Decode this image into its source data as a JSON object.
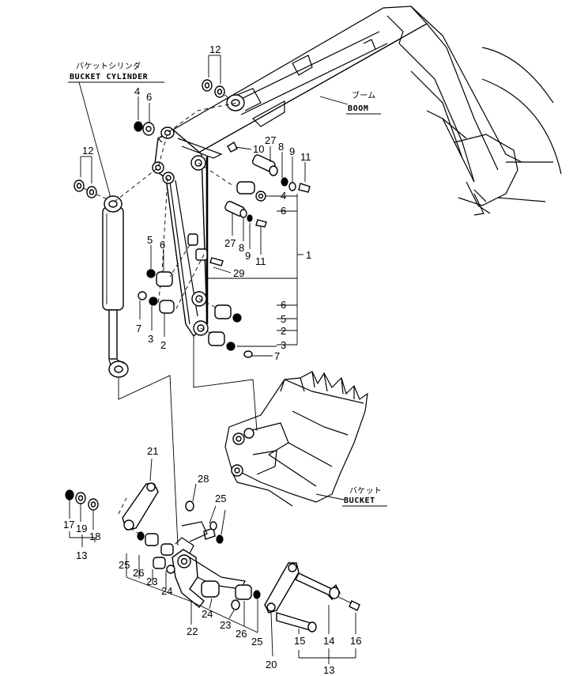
{
  "labels": {
    "bucket_cylinder_jp": "バケットシリンダ",
    "bucket_cylinder_en": "BUCKET CYLINDER",
    "boom_jp": "ブーム",
    "boom_en": "BOOM",
    "bucket_jp": "バケット",
    "bucket_en": "BUCKET"
  },
  "callouts": {
    "c12a": "12",
    "c4a": "4",
    "c6a": "6",
    "c12b": "12",
    "c10": "10",
    "c27a": "27",
    "c8a": "8",
    "c9a": "9",
    "c11a": "11",
    "c4b": "4",
    "c6b": "6",
    "c1": "1",
    "c27b": "27",
    "c8b": "8",
    "c9b": "9",
    "c11b": "11",
    "c29": "29",
    "c5a": "5",
    "c6c": "6",
    "c7a": "7",
    "c3a": "3",
    "c2a": "2",
    "c6d": "6",
    "c5b": "5",
    "c2b": "2",
    "c3b": "3",
    "c7b": "7",
    "c21": "21",
    "c28": "28",
    "c25a": "25",
    "c17": "17",
    "c19": "19",
    "c18": "18",
    "c13a": "13",
    "c25b": "25",
    "c26a": "26",
    "c23a": "23",
    "c24a": "24",
    "c24b": "24",
    "c22": "22",
    "c23b": "23",
    "c26b": "26",
    "c25c": "25",
    "c20": "20",
    "c15": "15",
    "c14": "14",
    "c16": "16",
    "c13b": "13"
  },
  "colors": {
    "ink": "#000000",
    "paper": "#ffffff"
  }
}
